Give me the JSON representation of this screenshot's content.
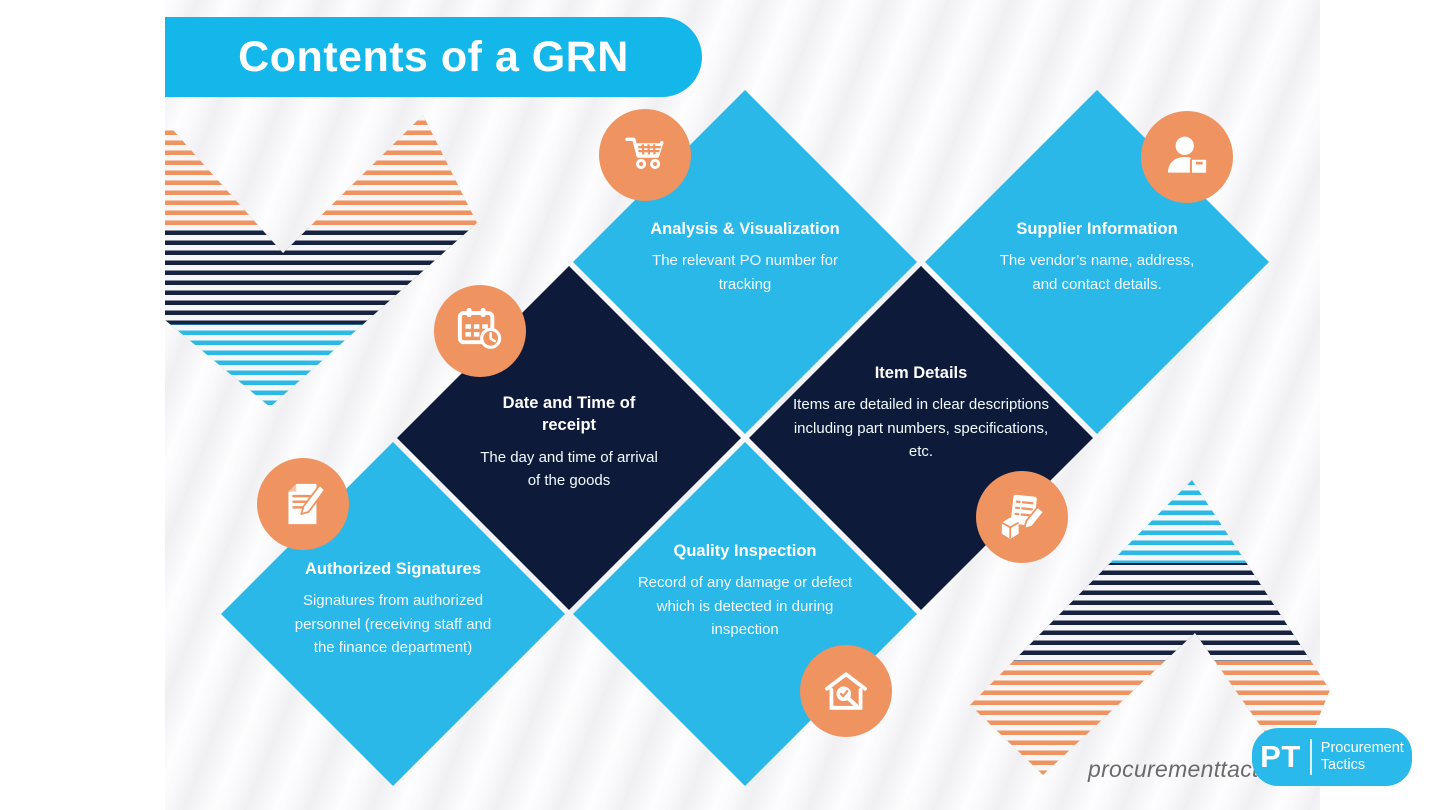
{
  "header": {
    "title": "Contents of a GRN"
  },
  "cards": [
    {
      "id": "analysis",
      "variant": "cyan",
      "icon": "shopping-cart-icon",
      "title": "Analysis & Visualization",
      "body": "The relevant PO number for tracking"
    },
    {
      "id": "supplier",
      "variant": "cyan",
      "icon": "person-box-icon",
      "title": "Supplier Information",
      "body": "The vendor’s name, address, and contact details."
    },
    {
      "id": "date",
      "variant": "navy",
      "icon": "calendar-clock-icon",
      "title": "Date and Time of receipt",
      "body": "The day and time of arrival of the goods"
    },
    {
      "id": "item",
      "variant": "navy",
      "icon": "checklist-cube-pencil-icon",
      "title": "Item Details",
      "body": "Items are detailed in clear descriptions including part numbers, specifications, etc."
    },
    {
      "id": "auth",
      "variant": "cyan",
      "icon": "document-pen-icon",
      "title": "Authorized Signatures",
      "body": "Signatures from authorized personnel (receiving staff and the finance department)"
    },
    {
      "id": "quality",
      "variant": "cyan",
      "icon": "house-magnifier-icon",
      "title": "Quality Inspection",
      "body": "Record of any damage or defect which is detected in during inspection"
    }
  ],
  "footer": {
    "watermark": "procurementtactics"
  },
  "logo": {
    "monogram": "PT",
    "line1": "Procurement",
    "line2": "Tactics"
  },
  "colors": {
    "pill_blue": "#14b7ea",
    "diamond_cyan": "#29b8e8",
    "diamond_navy": "#0e1a3a",
    "icon_orange": "#ef9360",
    "stripe_orange": "#ef9360",
    "stripe_navy": "#16223f",
    "stripe_cyan": "#2cb9e4"
  }
}
